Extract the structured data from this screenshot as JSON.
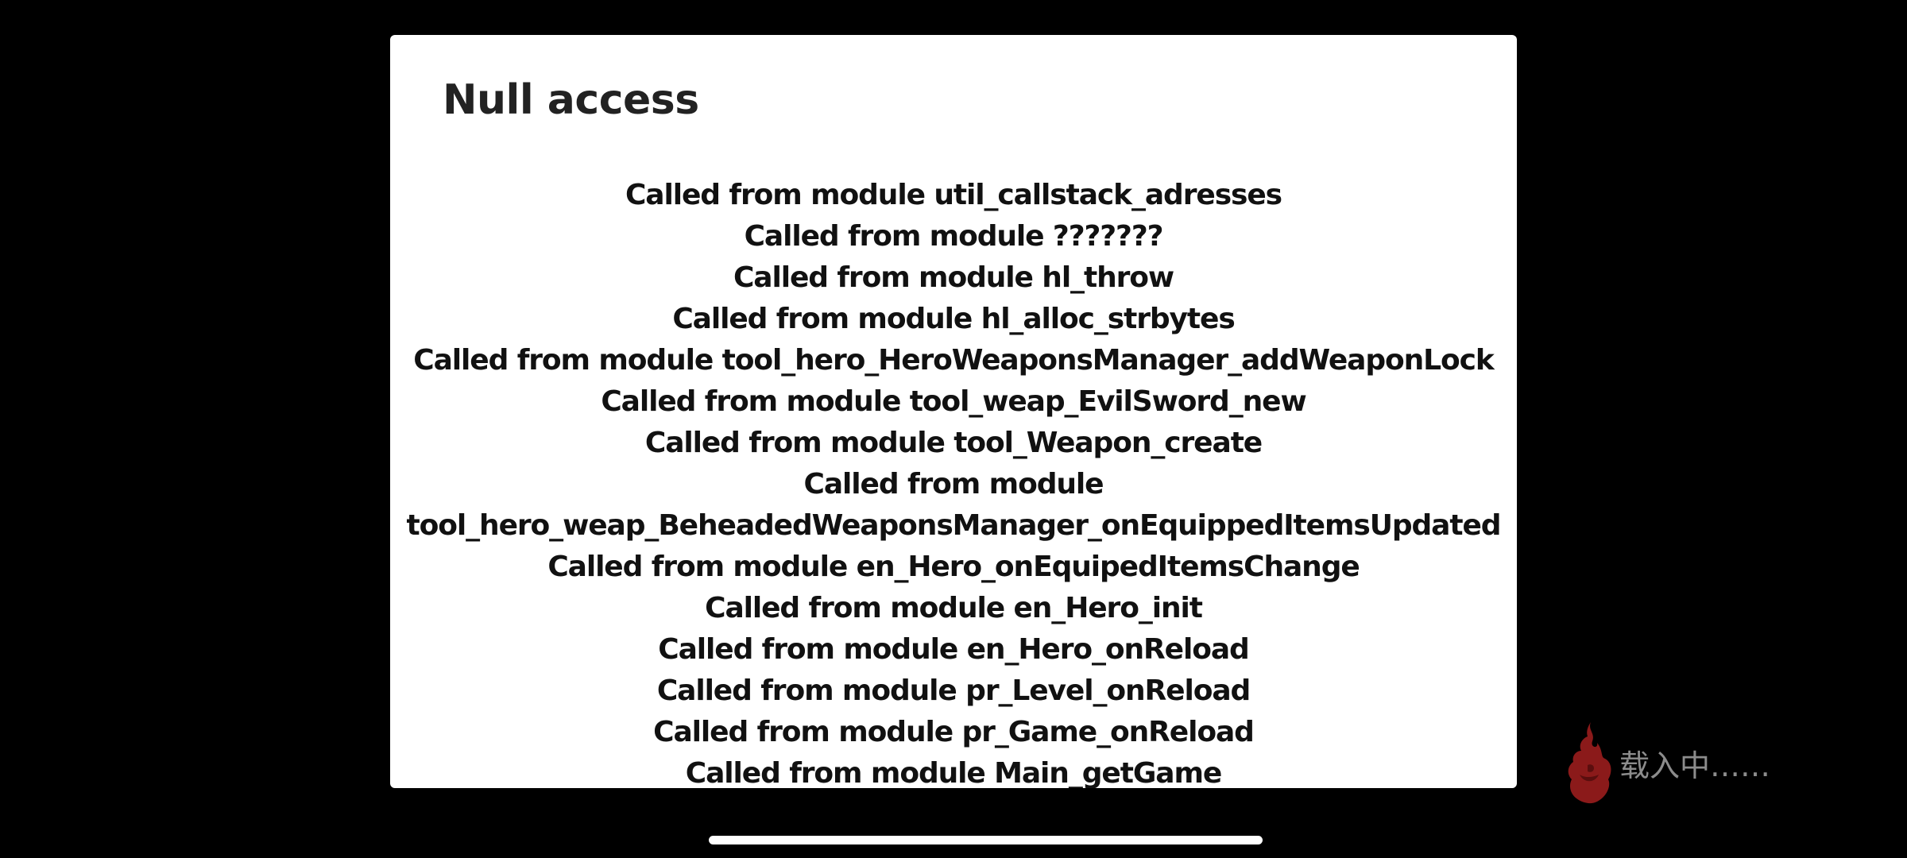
{
  "dialog": {
    "title": "Null access",
    "lines": [
      "Called from module util_callstack_adresses",
      "Called from module ???????",
      "Called from module hl_throw",
      "Called from module hl_alloc_strbytes",
      "Called from module tool_hero_HeroWeaponsManager_addWeaponLock",
      "Called from module tool_weap_EvilSword_new",
      "Called from module tool_Weapon_create",
      "Called from module",
      "tool_hero_weap_BeheadedWeaponsManager_onEquippedItemsUpdated",
      "Called from module en_Hero_onEquipedItemsChange",
      "Called from module en_Hero_init",
      "Called from module en_Hero_onReload",
      "Called from module pr_Level_onReload",
      "Called from module pr_Game_onReload",
      "Called from module Main_getGame"
    ]
  },
  "loading": {
    "icon": "flame-mascot-icon",
    "text": "载入中……",
    "icon_color": "#8b1a1a"
  },
  "system": {
    "home_indicator": "home-indicator"
  },
  "colors": {
    "background": "#000000",
    "dialog_background": "#ffffff",
    "text": "#111111",
    "loading_text": "#8c8c8c"
  }
}
